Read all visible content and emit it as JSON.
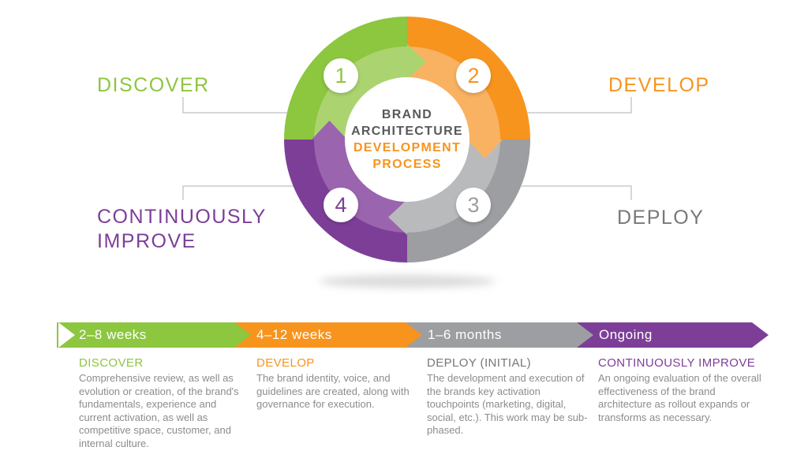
{
  "wheel": {
    "center": {
      "line1": "BRAND",
      "line2": "ARCHITECTURE",
      "line3": "DEVELOPMENT",
      "line4": "PROCESS"
    },
    "center_text_colors": {
      "top": "#58595b",
      "bottom": "#f7941e"
    },
    "phases": [
      {
        "number": "1",
        "label": "DISCOVER",
        "color": "#8dc63f",
        "light_color": "#abd470"
      },
      {
        "number": "2",
        "label": "DEVELOP",
        "color": "#f7941e",
        "light_color": "#f9b261"
      },
      {
        "number": "3",
        "label": "DEPLOY",
        "color": "#9c9ea1",
        "light_color": "#b9babc"
      },
      {
        "number": "4",
        "label": "CONTINUOUSLY IMPROVE",
        "color": "#7d3e98",
        "light_color": "#9a64ae"
      }
    ]
  },
  "timeline": {
    "segments": [
      {
        "duration": "2–8 weeks",
        "heading": "DISCOVER",
        "heading_color": "#8dc63f",
        "bar_color": "#8dc63f",
        "description": "Comprehensive review, as well as evolution or creation, of the brand's fundamentals, experience and current activation, as well as competitive space, customer, and internal culture."
      },
      {
        "duration": "4–12 weeks",
        "heading": "DEVELOP",
        "heading_color": "#f7941e",
        "bar_color": "#f7941e",
        "description": "The brand identity, voice, and guidelines are created, along with governance for execution."
      },
      {
        "duration": "1–6 months",
        "heading": "DEPLOY (INITIAL)",
        "heading_color": "#76777a",
        "bar_color": "#9c9ea1",
        "description": "The development and execution of the brands key activation touchpoints (marketing, digital, social, etc.). This work may be sub-phased."
      },
      {
        "duration": "Ongoing",
        "heading": "CONTINUOUSLY IMPROVE",
        "heading_color": "#7d3e98",
        "bar_color": "#7d3e98",
        "description": "An ongoing evaluation of the overall effectiveness of the brand architecture as rollout expands or transforms as necessary."
      }
    ],
    "body_text_color": "#8a8c8f",
    "connector_color": "#c9cacc"
  }
}
